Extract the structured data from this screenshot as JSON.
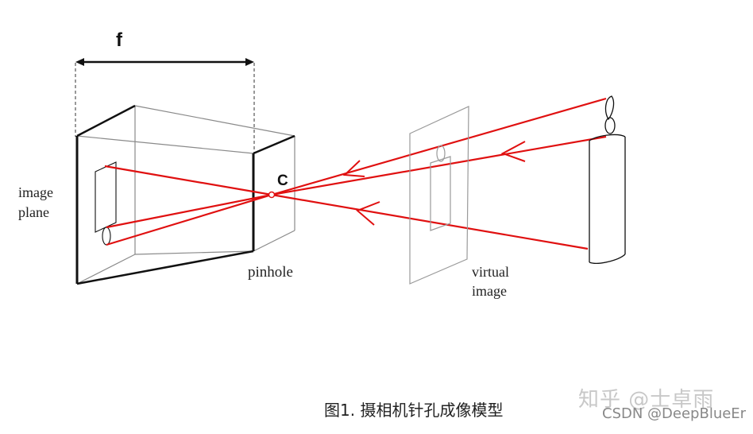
{
  "labels": {
    "focal_length": "f",
    "center": "C",
    "image_plane_line1": "image",
    "image_plane_line2": "plane",
    "pinhole": "pinhole",
    "virtual_image_line1": "virtual",
    "virtual_image_line2": "image"
  },
  "caption": "图1. 摄相机针孔成像模型",
  "watermark": {
    "zhihu": "知乎 @士卓雨",
    "csdn": "CSDN @DeepBlueEr"
  },
  "colors": {
    "ray": "#e01010",
    "outline_dark": "#111111",
    "outline_light": "#8a8a8a"
  }
}
